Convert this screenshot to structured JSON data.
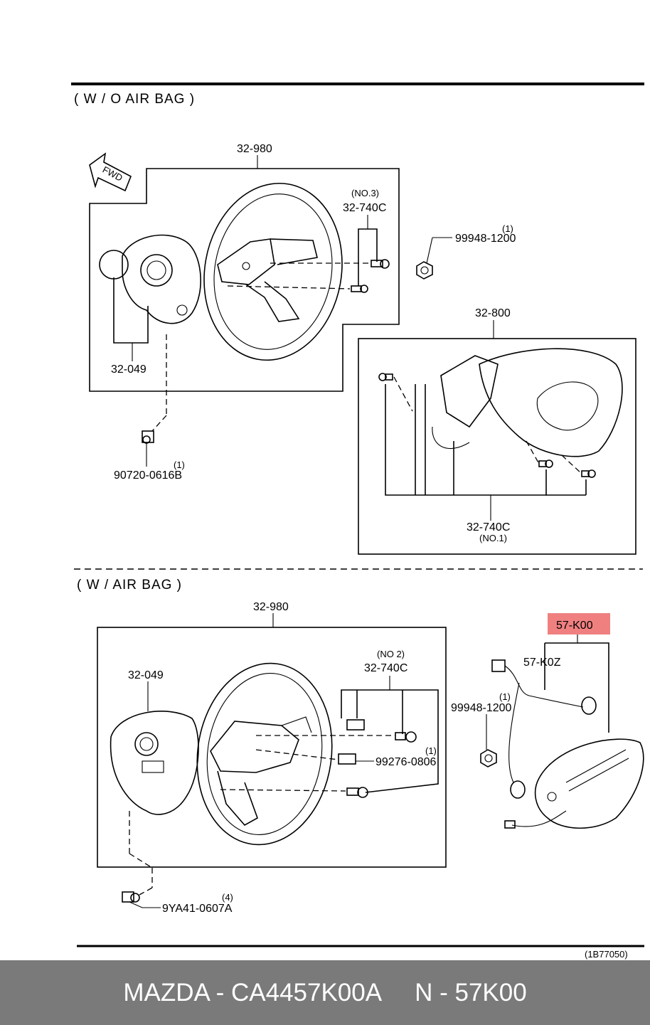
{
  "sections": {
    "without_airbag": "( W / O  AIR  BAG )",
    "with_airbag": "( W / AIR  BAG )"
  },
  "fwd_label": "FWD",
  "callouts": {
    "a_32_980": "32-980",
    "a_no3": "(NO.3)",
    "a_32_740c": "32-740C",
    "a_qty1": "(1)",
    "a_99948": "99948-1200",
    "a_32_049": "32-049",
    "a_32_800": "32-800",
    "a_qty1b": "(1)",
    "a_90720": "90720-0616B",
    "a_32_740c_no1": "32-740C",
    "a_no1": "(NO.1)",
    "b_32_980": "32-980",
    "b_57k00": "57-K00",
    "b_57k0z": "57-K0Z",
    "b_32_049": "32-049",
    "b_no2": "(NO 2)",
    "b_32_740c": "32-740C",
    "b_qty1": "(1)",
    "b_99948": "99948-1200",
    "b_qty1b": "(1)",
    "b_99276": "99276-0806",
    "b_qty4": "(4)",
    "b_9ya41": "9YA41-0607A"
  },
  "diagram_ref": "(1B77050)",
  "highlight_color": "#f08080",
  "footer": {
    "brand_part": "MAZDA - CA4457K00A",
    "code": "N - 57K00"
  }
}
